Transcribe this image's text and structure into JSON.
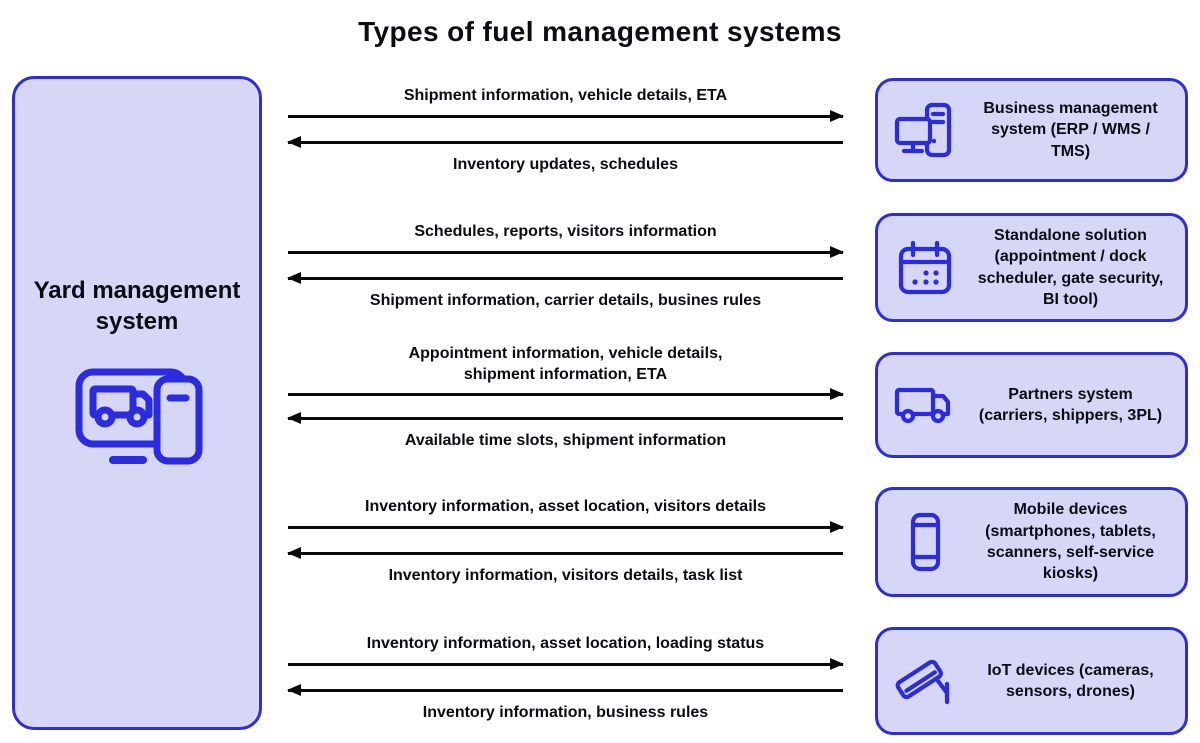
{
  "title": "Types of fuel management systems",
  "colors": {
    "box_fill": "#d6d6f7",
    "box_border": "#2e2ed6",
    "icon_stroke": "#2b2be0",
    "arrow": "#0a0a0a",
    "text": "#0c0c12",
    "background": "#ffffff"
  },
  "left_box": {
    "label": "Yard management system",
    "icon": "monitor-truck-phone-icon"
  },
  "rows": [
    {
      "to_label": "Shipment information, vehicle details, ETA",
      "from_label": "Inventory updates, schedules",
      "target": {
        "label": "Business management system (ERP / WMS / TMS)",
        "icon": "desktop-computer-icon"
      }
    },
    {
      "to_label": "Schedules, reports, visitors information",
      "from_label": "Shipment information, carrier details, busines rules",
      "target": {
        "label": "Standalone solution (appointment / dock scheduler, gate security, BI tool)",
        "icon": "calendar-icon"
      }
    },
    {
      "to_label": "Appointment information, vehicle details,\nshipment information, ETA",
      "from_label": "Available time slots, shipment information",
      "target": {
        "label": "Partners system (carriers, shippers, 3PL)",
        "icon": "truck-icon"
      }
    },
    {
      "to_label": "Inventory information, asset location, visitors details",
      "from_label": "Inventory information, visitors details, task list",
      "target": {
        "label": "Mobile devices (smartphones, tablets, scanners, self-service kiosks)",
        "icon": "smartphone-icon"
      }
    },
    {
      "to_label": "Inventory information, asset location, loading status",
      "from_label": "Inventory information, business rules",
      "target": {
        "label": "IoT devices (cameras, sensors, drones)",
        "icon": "cctv-camera-icon"
      }
    }
  ]
}
